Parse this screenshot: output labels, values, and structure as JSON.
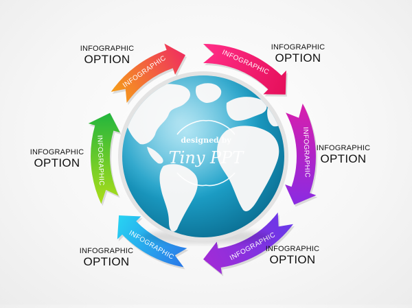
{
  "segments": [
    {
      "id": "top-left",
      "ribbon": "INFOGRAPHIC",
      "label_small": "INFOGRAPHIC",
      "label_big": "OPTION",
      "colors": [
        "#f59a1c",
        "#ef2f5e"
      ]
    },
    {
      "id": "top-right",
      "ribbon": "INFOGRAPHIC",
      "label_small": "INFOGRAPHIC",
      "label_big": "OPTION",
      "colors": [
        "#ff2d86",
        "#e50f5a"
      ]
    },
    {
      "id": "right",
      "ribbon": "INFOGRAPHIC",
      "label_small": "INFOGRAPHIC",
      "label_big": "OPTION",
      "colors": [
        "#d51fae",
        "#8a2be2"
      ]
    },
    {
      "id": "bottom-right",
      "ribbon": "INFOGRAPHIC",
      "label_small": "INFOGRAPHIC",
      "label_big": "OPTION",
      "colors": [
        "#6a38e8",
        "#a22bd6"
      ]
    },
    {
      "id": "bottom-left",
      "ribbon": "INFOGRAPHIC",
      "label_small": "INFOGRAPHIC",
      "label_big": "OPTION",
      "colors": [
        "#2a7be8",
        "#28d3f2"
      ]
    },
    {
      "id": "left",
      "ribbon": "INFOGRAPHIC",
      "label_small": "INFOGRAPHIC",
      "label_big": "OPTION",
      "colors": [
        "#a6dc1b",
        "#23b53d"
      ]
    }
  ],
  "globe": {
    "watermark_line1": "designed by",
    "watermark_line2": "Tiny PPT",
    "ocean_colors": [
      "#7fd4ec",
      "#1da0c8",
      "#0b6f93"
    ],
    "land_color": "#f2f4f5"
  }
}
